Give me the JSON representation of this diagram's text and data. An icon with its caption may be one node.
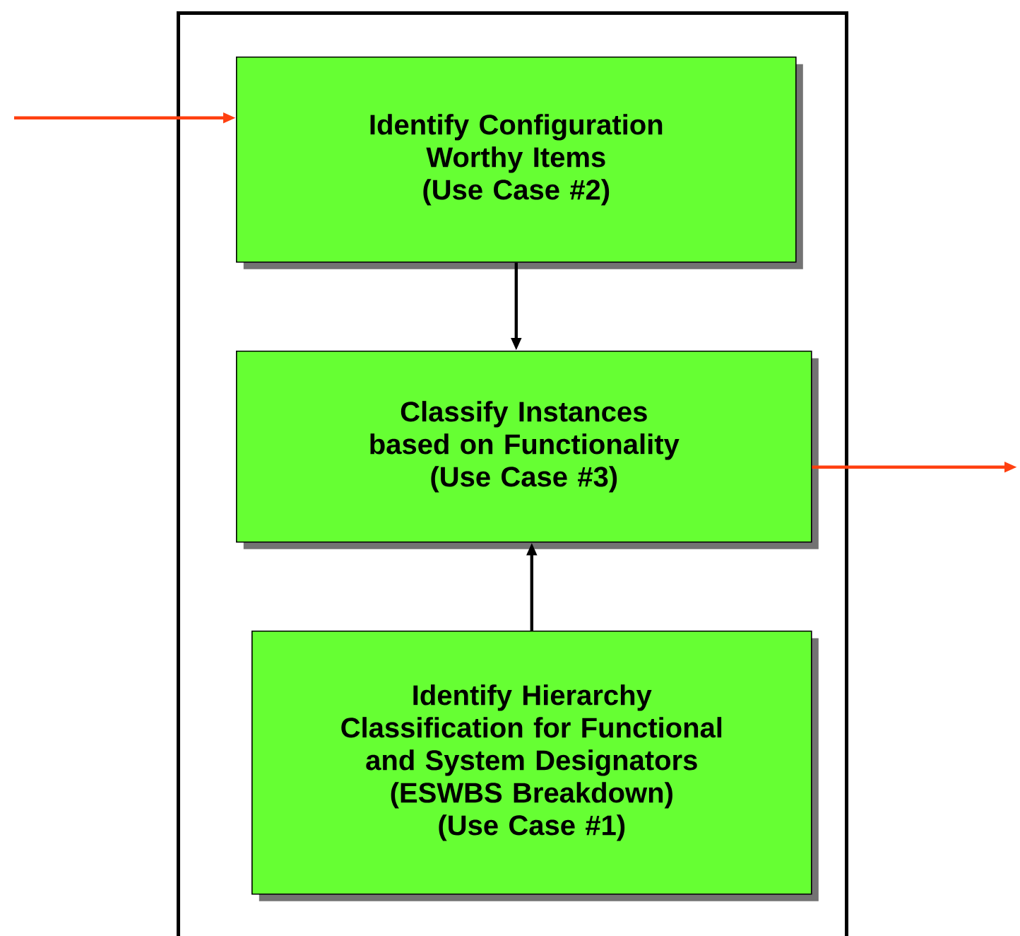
{
  "diagram": {
    "nodes": [
      {
        "text": [],
        "shape": "box"
      },
      {
        "text": [
          "Identify Configuration Worthy Items",
          "(Use Case #2)"
        ],
        "in": 0
      },
      {
        "text": [
          "Classify Instances based on Functionality",
          "(Use Case #3)"
        ],
        "in": 0
      },
      {
        "text": [
          "Identify Hierarchy Classification for Functional and System Designators",
          "(ESWBS Breakdown)",
          "(Use Case #1)"
        ],
        "in": 0
      }
    ],
    "edges": [
      {
        "from": 1,
        "to": 2,
        "arrow": "to"
      },
      {
        "from": 3,
        "to": 2,
        "arrow": "to"
      },
      {
        "from": null,
        "to": 1,
        "arrow": "to",
        "color": "#ff4010"
      },
      {
        "from": 2,
        "to": null,
        "arrow": "to",
        "color": "#ff4010"
      }
    ]
  }
}
